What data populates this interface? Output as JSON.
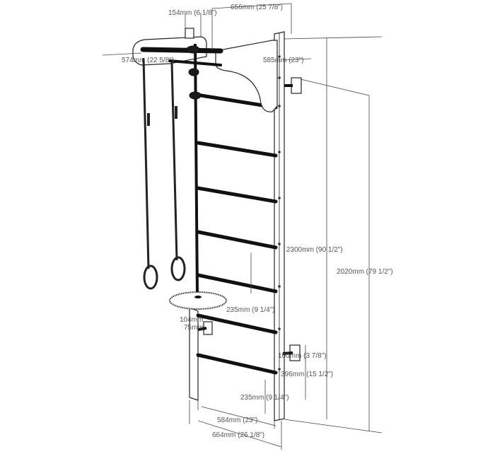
{
  "dimensions": {
    "bracket_depth": "154mm (6 1/8\")",
    "top_width": "656mm (25 7/8\")",
    "bar_left_width": "574mm (22 5/8\")",
    "bar_right_width": "585mm (23\")",
    "total_height": "2300mm (90 1/2\")",
    "mount_height": "2020mm (79 1/2\")",
    "rung_spacing_upper": "235mm (9 1/4\")",
    "disc_diameter": "104mm",
    "disc_small": "75mm",
    "wall_offset": "100mm (3 7/8\")",
    "lower_mount": "396mm (15 1/2\")",
    "rung_spacing_lower": "235mm (9 1/4\")",
    "inner_width": "584mm (23\")",
    "outer_width": "664mm (26 1/8\")"
  }
}
